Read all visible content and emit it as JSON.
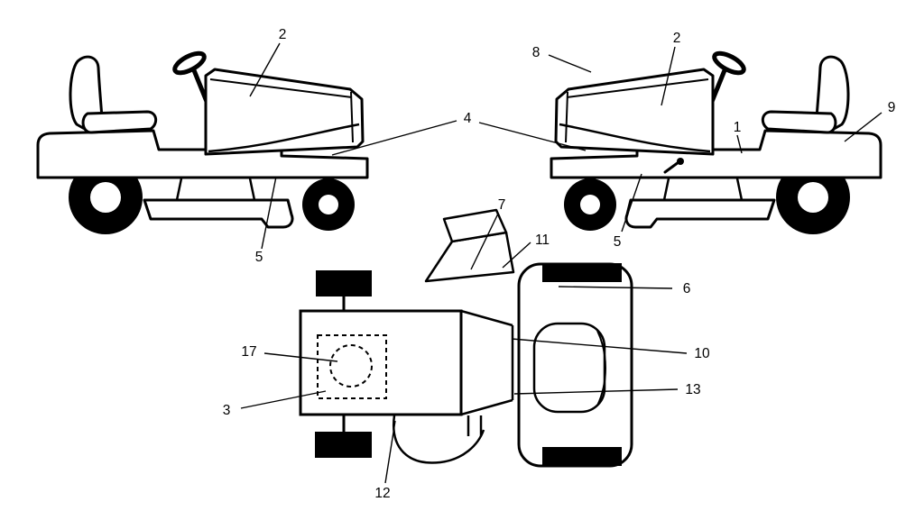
{
  "figure": {
    "type": "line-diagram",
    "background": "#ffffff",
    "stroke": "#000000",
    "callouts": {
      "left_2": "2",
      "left_5": "5",
      "shared_4": "4",
      "right_8": "8",
      "right_2": "2",
      "right_1": "1",
      "right_9": "9",
      "right_5": "5",
      "top_7": "7",
      "top_11": "11",
      "top_6": "6",
      "top_10": "10",
      "top_13": "13",
      "top_17": "17",
      "top_3": "3",
      "top_12": "12"
    }
  }
}
